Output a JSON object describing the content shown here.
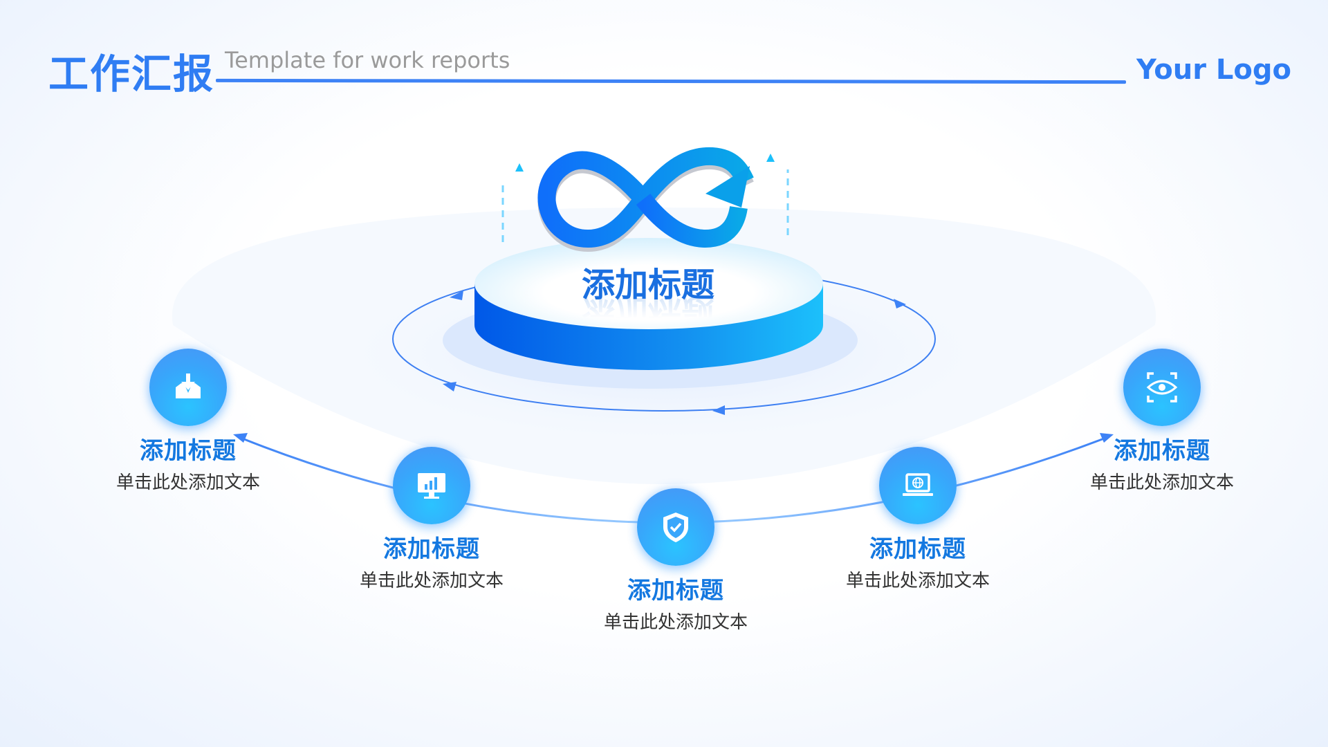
{
  "header": {
    "title": "工作汇报",
    "subtitle": "Template for work reports",
    "logo": "Your Logo"
  },
  "center": {
    "title": "添加标题",
    "icon": "infinity-arrow-icon"
  },
  "nodes": [
    {
      "title": "添加标题",
      "text": "单击此处添加文本",
      "icon": "download-tray-icon"
    },
    {
      "title": "添加标题",
      "text": "单击此处添加文本",
      "icon": "monitor-chart-icon"
    },
    {
      "title": "添加标题",
      "text": "单击此处添加文本",
      "icon": "shield-check-icon"
    },
    {
      "title": "添加标题",
      "text": "单击此处添加文本",
      "icon": "laptop-globe-icon"
    },
    {
      "title": "添加标题",
      "text": "单击此处添加文本",
      "icon": "eye-scan-icon"
    }
  ],
  "colors": {
    "accent": "#2f7df3",
    "title_blue": "#1478e0",
    "text": "#333333"
  }
}
